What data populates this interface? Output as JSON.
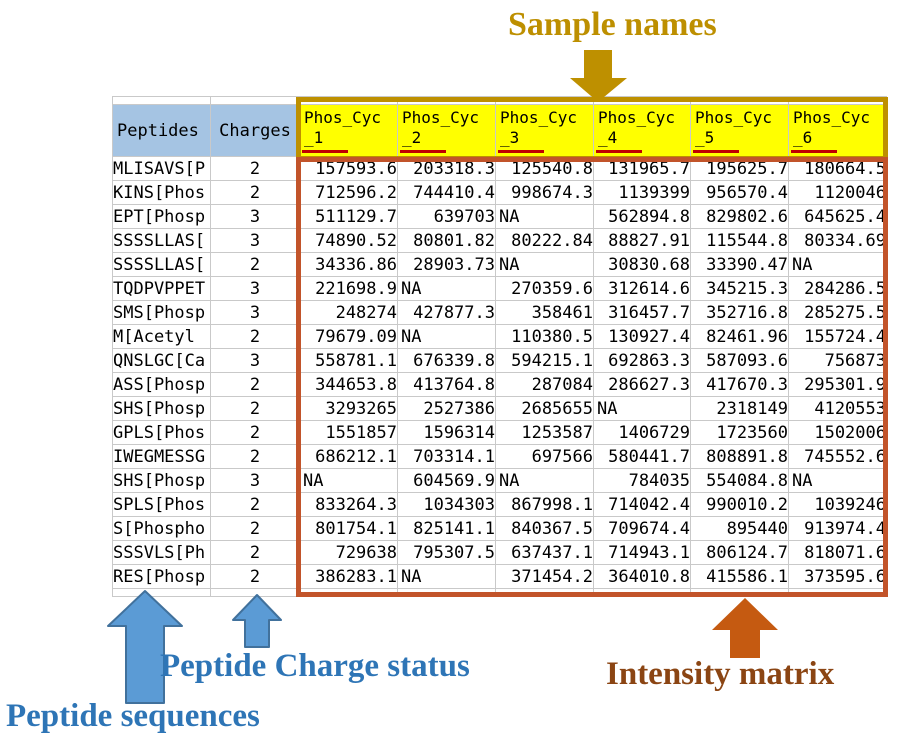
{
  "annotations": {
    "sample_names": "Sample names",
    "peptide_charge_status": "Peptide Charge status",
    "peptide_sequences": "Peptide sequences",
    "intensity_matrix": "Intensity matrix"
  },
  "table": {
    "peptides_header": "Peptides",
    "charges_header": "Charges",
    "sample_columns": [
      {
        "line1": "Phos_Cyc",
        "line2": "_1"
      },
      {
        "line1": "Phos_Cyc",
        "line2": "_2"
      },
      {
        "line1": "Phos_Cyc",
        "line2": "_3"
      },
      {
        "line1": "Phos_Cyc",
        "line2": "_4"
      },
      {
        "line1": "Phos_Cyc",
        "line2": "_5"
      },
      {
        "line1": "Phos_Cyc",
        "line2": "_6"
      }
    ],
    "rows": [
      {
        "peptide": "MLISAVS[P",
        "charge": "2",
        "values": [
          "157593.6",
          "203318.3",
          "125540.8",
          "131965.7",
          "195625.7",
          "180664.5"
        ]
      },
      {
        "peptide": "KINS[Phos",
        "charge": "2",
        "values": [
          "712596.2",
          "744410.4",
          "998674.3",
          "1139399",
          "956570.4",
          "1120046"
        ]
      },
      {
        "peptide": "EPT[Phosp",
        "charge": "3",
        "values": [
          "511129.7",
          "639703",
          "NA",
          "562894.8",
          "829802.6",
          "645625.4"
        ]
      },
      {
        "peptide": "SSSSLLAS[",
        "charge": "3",
        "values": [
          "74890.52",
          "80801.82",
          "80222.84",
          "88827.91",
          "115544.8",
          "80334.69"
        ]
      },
      {
        "peptide": "SSSSLLAS[",
        "charge": "2",
        "values": [
          "34336.86",
          "28903.73",
          "NA",
          "30830.68",
          "33390.47",
          "NA"
        ]
      },
      {
        "peptide": "TQDPVPPET",
        "charge": "3",
        "values": [
          "221698.9",
          "NA",
          "270359.6",
          "312614.6",
          "345215.3",
          "284286.5"
        ]
      },
      {
        "peptide": "SMS[Phosp",
        "charge": "3",
        "values": [
          "248274",
          "427877.3",
          "358461",
          "316457.7",
          "352716.8",
          "285275.5"
        ]
      },
      {
        "peptide": "M[Acetyl",
        "charge": "2",
        "values": [
          "79679.09",
          "NA",
          "110380.5",
          "130927.4",
          "82461.96",
          "155724.4"
        ]
      },
      {
        "peptide": "QNSLGC[Ca",
        "charge": "3",
        "values": [
          "558781.1",
          "676339.8",
          "594215.1",
          "692863.3",
          "587093.6",
          "756873"
        ]
      },
      {
        "peptide": "ASS[Phosp",
        "charge": "2",
        "values": [
          "344653.8",
          "413764.8",
          "287084",
          "286627.3",
          "417670.3",
          "295301.9"
        ]
      },
      {
        "peptide": "SHS[Phosp",
        "charge": "2",
        "values": [
          "3293265",
          "2527386",
          "2685655",
          "NA",
          "2318149",
          "4120553"
        ]
      },
      {
        "peptide": "GPLS[Phos",
        "charge": "2",
        "values": [
          "1551857",
          "1596314",
          "1253587",
          "1406729",
          "1723560",
          "1502006"
        ]
      },
      {
        "peptide": "IWEGMESSG",
        "charge": "2",
        "values": [
          "686212.1",
          "703314.1",
          "697566",
          "580441.7",
          "808891.8",
          "745552.6"
        ]
      },
      {
        "peptide": "SHS[Phosp",
        "charge": "3",
        "values": [
          "NA",
          "604569.9",
          "NA",
          "784035",
          "554084.8",
          "NA"
        ]
      },
      {
        "peptide": "SPLS[Phos",
        "charge": "2",
        "values": [
          "833264.3",
          "1034303",
          "867998.1",
          "714042.4",
          "990010.2",
          "1039246"
        ]
      },
      {
        "peptide": "S[Phospho",
        "charge": "2",
        "values": [
          "801754.1",
          "825141.1",
          "840367.5",
          "709674.4",
          "895440",
          "913974.4"
        ]
      },
      {
        "peptide": "SSSVLS[Ph",
        "charge": "2",
        "values": [
          "729638",
          "795307.5",
          "637437.1",
          "714943.1",
          "806124.7",
          "818071.6"
        ]
      },
      {
        "peptide": "RES[Phosp",
        "charge": "2",
        "values": [
          "386283.1",
          "NA",
          "371454.2",
          "364010.8",
          "415586.1",
          "373595.6"
        ]
      }
    ]
  },
  "colors": {
    "header_blue_fill": "#a5c4e3",
    "header_yellow_fill": "#ffff00",
    "yellow_box_border": "#be9000",
    "matrix_box_border": "#c2542a",
    "red_underline": "#c00000",
    "annotation_gold": "#bd8f00",
    "annotation_blue": "#2e75b6",
    "annotation_brown": "#8b4513",
    "blue_arrow_fill": "#5b9bd5",
    "blue_arrow_stroke": "#41719c",
    "orange_arrow_fill": "#c55a11"
  }
}
